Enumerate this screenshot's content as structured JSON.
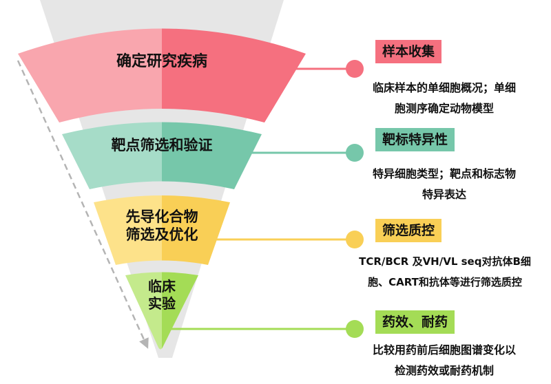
{
  "stages": [
    {
      "title": "确定研究疾病",
      "color_left": "#f9a6ae",
      "color_right": "#f5707f",
      "tag": "样本收集",
      "tag_color": "#f5707f",
      "desc_lines": [
        "临床样本的单细胞概况；单细",
        "胞测序确定动物模型"
      ]
    },
    {
      "title": "靶点筛选和验证",
      "color_left": "#a6dcc8",
      "color_right": "#76c7aa",
      "tag": "靶标特异性",
      "tag_color": "#76c7aa",
      "desc_lines": [
        "特异细胞类型；靶点和标志物",
        "特异表达"
      ]
    },
    {
      "title_lines": [
        "先导化合物",
        "筛选及优化"
      ],
      "color_left": "#fde28a",
      "color_right": "#f9cf56",
      "tag": "筛选质控",
      "tag_color": "#f9cf56",
      "desc_lines": [
        "TCR/BCR 及VH/VL seq对抗体B细",
        "胞、CART和抗体等进行筛选质控"
      ]
    },
    {
      "title_lines": [
        "临床",
        "实验"
      ],
      "color_left": "#c4ea8c",
      "color_right": "#a4dc56",
      "tag": "药效、耐药",
      "tag_color": "#a4dc56",
      "desc_lines": [
        "比较用药前后细胞图谱变化以",
        "检测药效或耐药机制"
      ]
    }
  ],
  "colors": {
    "funnel_gray": "#e6e6e6",
    "arrow_gray": "#b4b4b4"
  }
}
